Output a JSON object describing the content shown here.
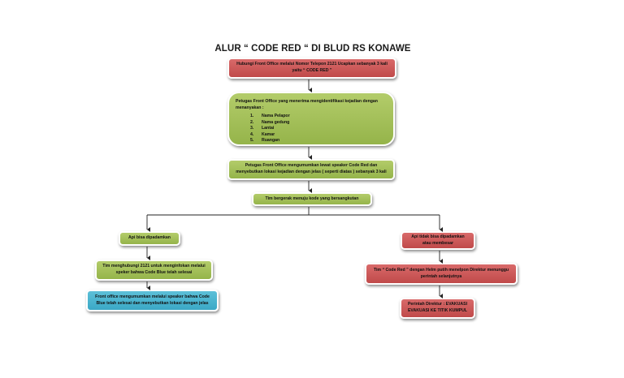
{
  "title": "ALUR “ CODE RED “ DI BLUD RS KONAWE",
  "nodes": {
    "step1": "Hubungi Front Office melalui Nomor Telepon 2121 Ucapkan sebanyak 3 kali yaitu “ CODE RED ”",
    "step2": {
      "intro": "Petugas Front Office yang menerima mengidentifikasi kejadian dengan menanyakan :",
      "items": [
        {
          "num": "1.",
          "label": "Nama Pelapor"
        },
        {
          "num": "2.",
          "label": "Nama gedung"
        },
        {
          "num": "3.",
          "label": "Lantai"
        },
        {
          "num": "4.",
          "label": "Kamar"
        },
        {
          "num": "5.",
          "label": "Ruangan"
        }
      ]
    },
    "step3": "Petugas Front Office mengumumkan lewat speaker Code Red dan menyebutkan lokasi kejadian dengan jelas ( seperti diatas ) sebanyak 3 kali",
    "step4": "Tim bergerak menuju kode yang bersangkutan",
    "left": {
      "a": "Api bisa dipadamkan",
      "b": "Tim menghubungi 2121 untuk menginfokan melalui speker bahwa Code Blue telah selesai",
      "c": "Front office mengumumkan melalui speaker bahwa Code Blue telah selesai dan menyebutkan lokasi dengan jelas"
    },
    "right": {
      "a": "Api tidak bisa dipadamkan atau membesar",
      "b": "Tim “ Code Red ” dengan Helm putih menelpon Direktur menunggu perintah selanjutnya",
      "c1": "Perintah Direktur : EVAKUASI",
      "c2": "EVAKUASI KE TITIK KUMPUL"
    }
  },
  "colors": {
    "red": "#c04a4a",
    "green": "#95b44a",
    "blue": "#3ba8c6"
  }
}
